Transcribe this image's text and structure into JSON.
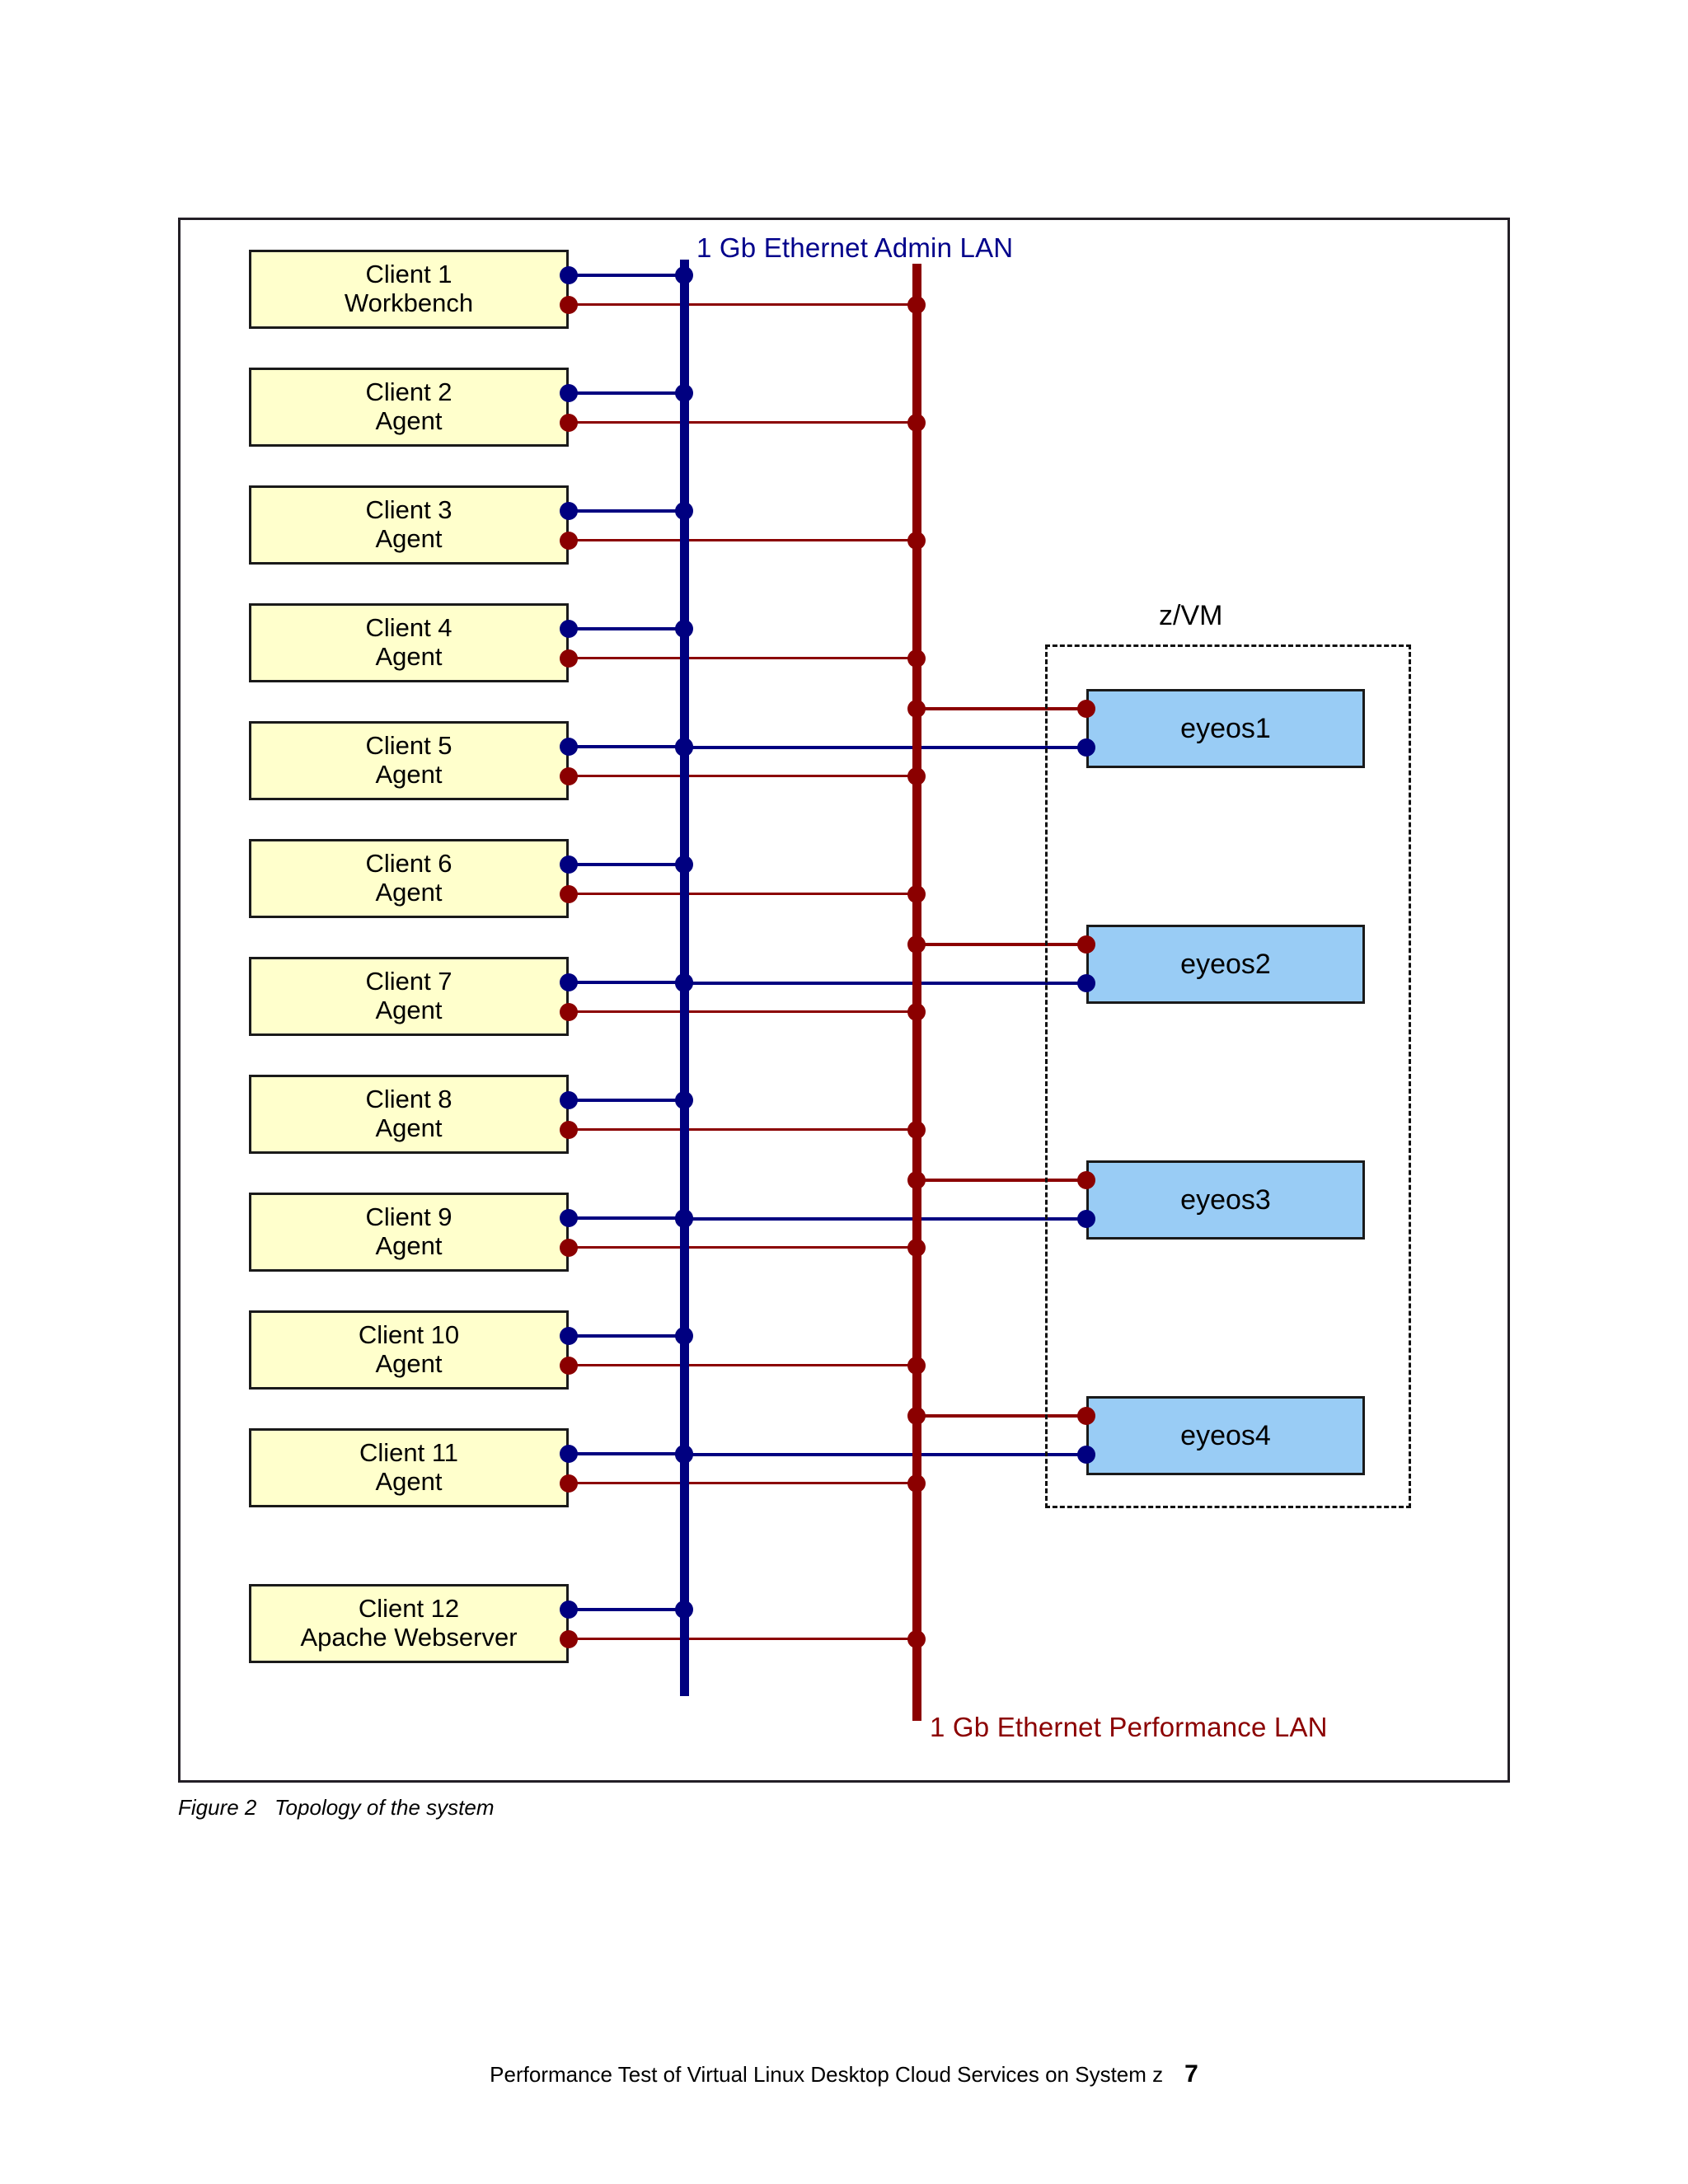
{
  "figure": {
    "caption_label": "Figure 2",
    "caption_text": "Topology of the system"
  },
  "footer": {
    "title": "Performance Test of Virtual Linux Desktop Cloud Services on System z",
    "page_number": "7"
  },
  "networks": {
    "admin": {
      "label": "1 Gb Ethernet Admin LAN",
      "color": "#000080"
    },
    "performance": {
      "label": "1 Gb Ethernet Performance LAN",
      "color": "#8B0000"
    }
  },
  "hypervisor": {
    "label": "z/VM"
  },
  "colors": {
    "client_fill": "#FFFFCC",
    "eyeos_fill": "#99CCF5",
    "box_border": "#1A1A1A",
    "frame_border": "#231F26"
  },
  "clients": [
    {
      "name": "Client 1",
      "role": "Workbench"
    },
    {
      "name": "Client 2",
      "role": "Agent"
    },
    {
      "name": "Client 3",
      "role": "Agent"
    },
    {
      "name": "Client 4",
      "role": "Agent"
    },
    {
      "name": "Client 5",
      "role": "Agent"
    },
    {
      "name": "Client 6",
      "role": "Agent"
    },
    {
      "name": "Client 7",
      "role": "Agent"
    },
    {
      "name": "Client 8",
      "role": "Agent"
    },
    {
      "name": "Client 9",
      "role": "Agent"
    },
    {
      "name": "Client 10",
      "role": "Agent"
    },
    {
      "name": "Client 11",
      "role": "Agent"
    },
    {
      "name": "Client 12",
      "role": "Apache Webserver"
    }
  ],
  "servers": [
    {
      "name": "eyeos1"
    },
    {
      "name": "eyeos2"
    },
    {
      "name": "eyeos3"
    },
    {
      "name": "eyeos4"
    }
  ]
}
